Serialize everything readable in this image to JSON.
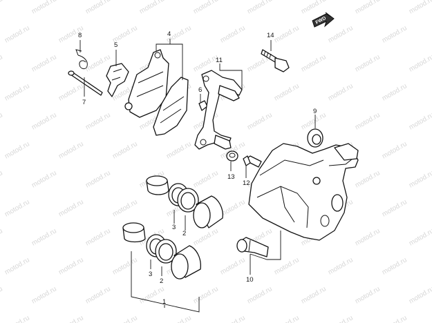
{
  "watermark": {
    "text": "motod.ru"
  },
  "fwd_badge": {
    "text": "FWD"
  },
  "callouts": [
    {
      "id": "p1",
      "label": "1"
    },
    {
      "id": "p2a",
      "label": "2"
    },
    {
      "id": "p2b",
      "label": "2"
    },
    {
      "id": "p3a",
      "label": "3"
    },
    {
      "id": "p3b",
      "label": "3"
    },
    {
      "id": "p4",
      "label": "4"
    },
    {
      "id": "p5",
      "label": "5"
    },
    {
      "id": "p6",
      "label": "6"
    },
    {
      "id": "p7",
      "label": "7"
    },
    {
      "id": "p8",
      "label": "8"
    },
    {
      "id": "p9",
      "label": "9"
    },
    {
      "id": "p10",
      "label": "10"
    },
    {
      "id": "p11",
      "label": "11"
    },
    {
      "id": "p12",
      "label": "12"
    },
    {
      "id": "p13",
      "label": "13"
    },
    {
      "id": "p14",
      "label": "14"
    }
  ]
}
